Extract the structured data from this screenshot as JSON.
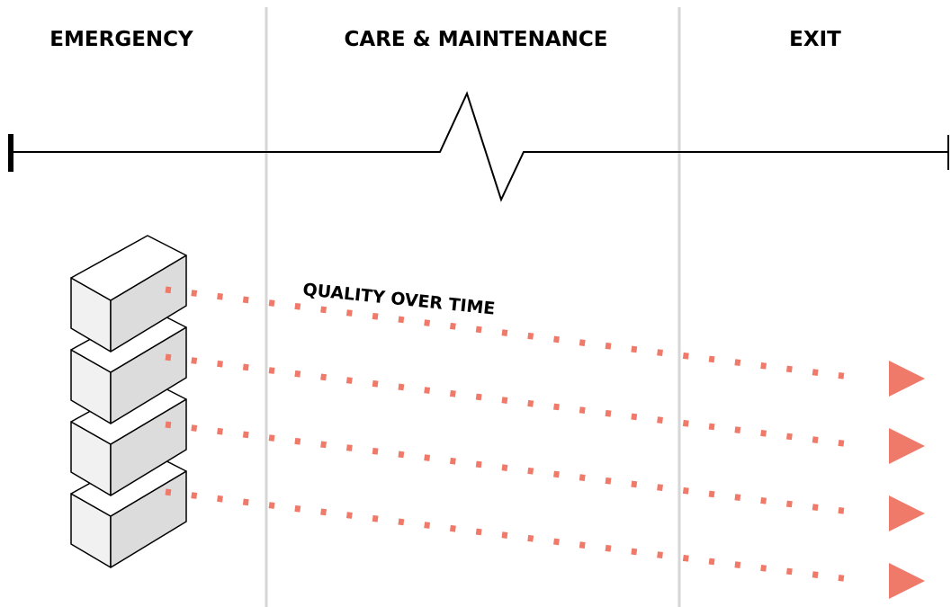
{
  "phases": [
    {
      "label": "EMERGENCY"
    },
    {
      "label": "CARE & MAINTENANCE"
    },
    {
      "label": "EXIT"
    }
  ],
  "annotation": "QUALITY OVER TIME",
  "blocks_count": 4,
  "colors": {
    "divider": "#d6d6d6",
    "line": "#000000",
    "arrow": "#f07a6a",
    "block_top": "#ffffff",
    "block_front": "#f1f1f1",
    "block_side": "#dcdcdc"
  }
}
